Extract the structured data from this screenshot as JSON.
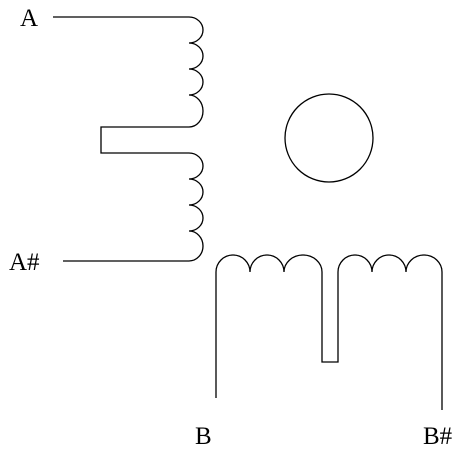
{
  "terminals": {
    "a": "A",
    "a_bar": "A#",
    "b": "B",
    "b_bar": "B#"
  },
  "colors": {
    "line": "#000000",
    "background": "#ffffff"
  }
}
